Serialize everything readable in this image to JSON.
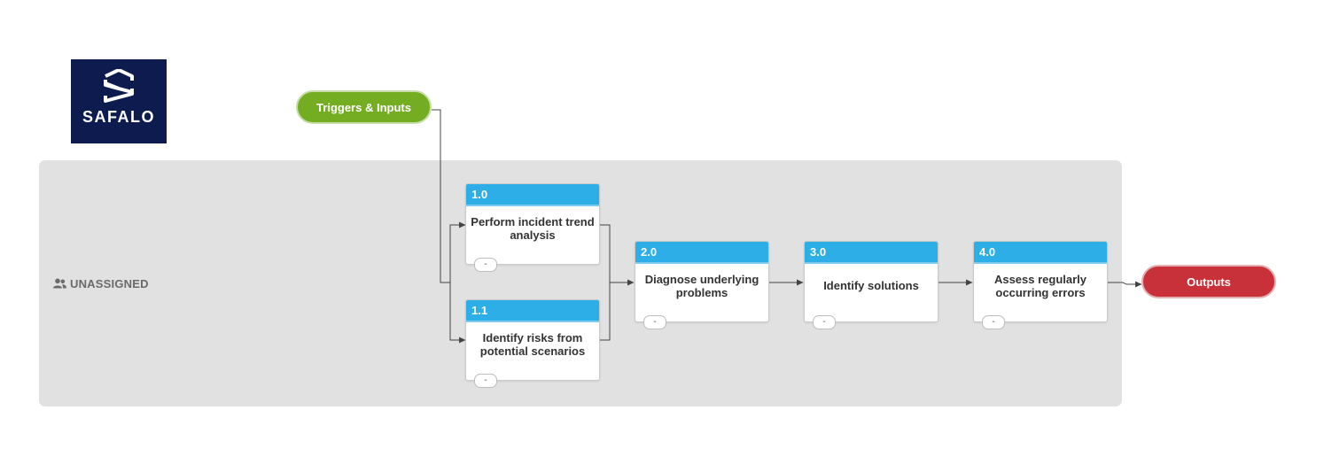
{
  "colors": {
    "brand": "#0d1b4f",
    "trigger_green": "#74ad21",
    "output_red": "#c8303a",
    "step_blue": "#2eaee6",
    "lane_gray": "#e1e1e1"
  },
  "logo": {
    "text": "SAFALO",
    "icon": "safalo-s-icon"
  },
  "lane": {
    "label": "UNASSIGNED",
    "icon": "users-icon"
  },
  "triggers": {
    "label": "Triggers & Inputs"
  },
  "outputs": {
    "label": "Outputs"
  },
  "steps": [
    {
      "id": "1.0",
      "title": "Perform incident trend analysis",
      "chip": "-"
    },
    {
      "id": "1.1",
      "title": "Identify risks from potential scenarios",
      "chip": "-"
    },
    {
      "id": "2.0",
      "title": "Diagnose underlying problems",
      "chip": "-"
    },
    {
      "id": "3.0",
      "title": "Identify solutions",
      "chip": "-"
    },
    {
      "id": "4.0",
      "title": "Assess regularly occurring errors",
      "chip": "-"
    }
  ]
}
